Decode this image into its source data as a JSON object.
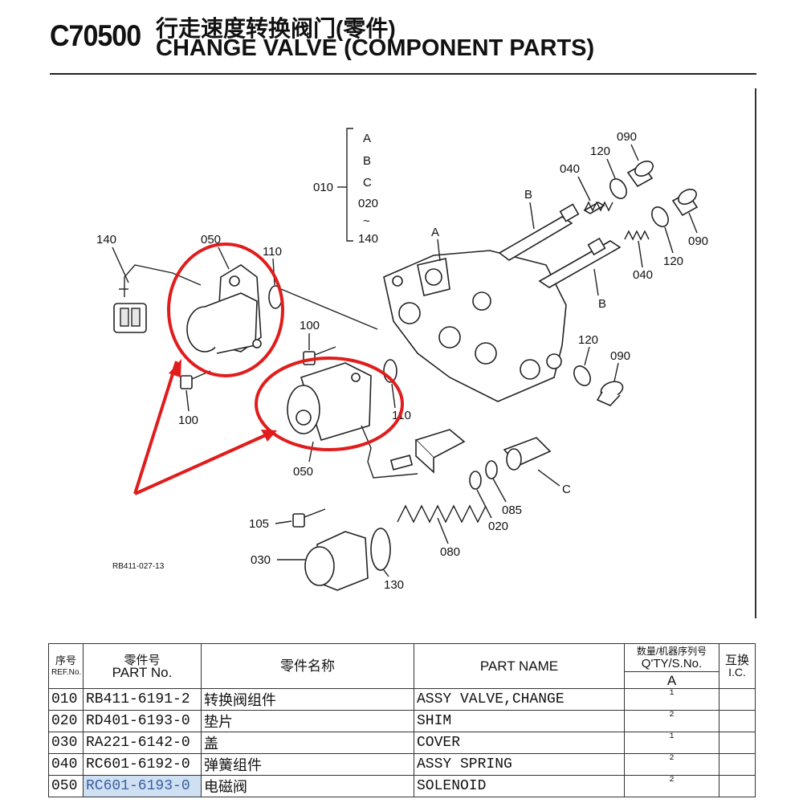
{
  "header": {
    "code": "C70500",
    "title_cn": "行走速度转换阀门(零件)",
    "title_en": "CHANGE VALVE (COMPONENT PARTS)"
  },
  "diagram": {
    "drawing_id": "RB411-027-13",
    "callouts": {
      "c010": "010",
      "bracket_items": [
        "A",
        "B",
        "C",
        "020",
        "~",
        "140"
      ],
      "c090a": "090",
      "c120a": "120",
      "c040a": "040",
      "cB1": "B",
      "cA": "A",
      "c090b": "090",
      "c120b": "120",
      "c040b": "040",
      "cB2": "B",
      "c140": "140",
      "c050a": "050",
      "c110a": "110",
      "c100a": "100",
      "c100b": "100",
      "c120c": "120",
      "c090c": "090",
      "c110b": "110",
      "c050b": "050",
      "cC": "C",
      "c085": "085",
      "c020": "020",
      "c105": "105",
      "c080": "080",
      "c030": "030",
      "c130": "130"
    }
  },
  "table": {
    "headers": {
      "ref_cn": "序号",
      "ref_en": "REF.No.",
      "part_cn": "零件号",
      "part_en": "PART No.",
      "name_cn": "零件名称",
      "name_en": "PART NAME",
      "qty_cn": "数量/机器序列号",
      "qty_en": "Q'TY/S.No.",
      "qty_a": "A",
      "ic_cn": "互换",
      "ic_en": "I.C."
    },
    "rows": [
      {
        "ref": "010",
        "part": "RB411-6191-2",
        "name_cn": "转换阀组件",
        "name_en": "ASSY VALVE,CHANGE",
        "qty": "1"
      },
      {
        "ref": "020",
        "part": "RD401-6193-0",
        "name_cn": "垫片",
        "name_en": "SHIM",
        "qty": "2"
      },
      {
        "ref": "030",
        "part": "RA221-6142-0",
        "name_cn": "盖",
        "name_en": "COVER",
        "qty": "1"
      },
      {
        "ref": "040",
        "part": "RC601-6192-0",
        "name_cn": "弹簧组件",
        "name_en": "ASSY SPRING",
        "qty": "2"
      },
      {
        "ref": "050",
        "part": "RC601-6193-0",
        "name_cn": "电磁阀",
        "name_en": "SOLENOID",
        "qty": "2"
      }
    ]
  }
}
